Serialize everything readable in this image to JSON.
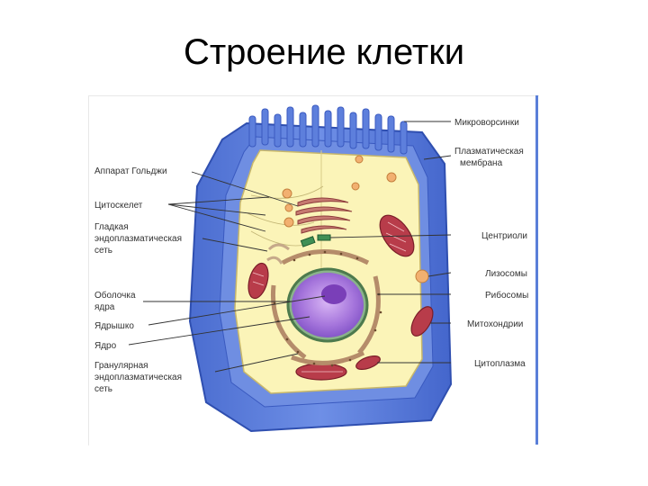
{
  "title": "Строение клетки",
  "labels": {
    "microvilli": "Микроворсинки",
    "membrane_1": "Плазматическая",
    "membrane_2": "мембрана",
    "golgi": "Аппарат Гольджи",
    "cytoskeleton": "Цитоскелет",
    "smooth_er_1": "Гладкая",
    "smooth_er_2": "эндоплазматическая",
    "smooth_er_3": "сеть",
    "centrioles": "Центриоли",
    "lysosomes": "Лизосомы",
    "ribosomes": "Рибосомы",
    "nuclear_envelope_1": "Оболочка",
    "nuclear_envelope_2": "ядра",
    "nucleolus": "Ядрышко",
    "nucleus": "Ядро",
    "mitochondria": "Митохондрии",
    "rough_er_1": "Гранулярная",
    "rough_er_2": "эндоплазматическая",
    "rough_er_3": "сеть",
    "cytoplasm": "Цитоплазма"
  },
  "colors": {
    "outer_wall": "#5577d8",
    "outer_wall_dark": "#3f5ec0",
    "cytoplasm": "#fbf4b8",
    "nucleus": "#9b6fcf",
    "nucleolus": "#7a3fb8",
    "mitochondria": "#b83c4a",
    "er": "#d9b99a",
    "lysosome": "#f2b070"
  }
}
